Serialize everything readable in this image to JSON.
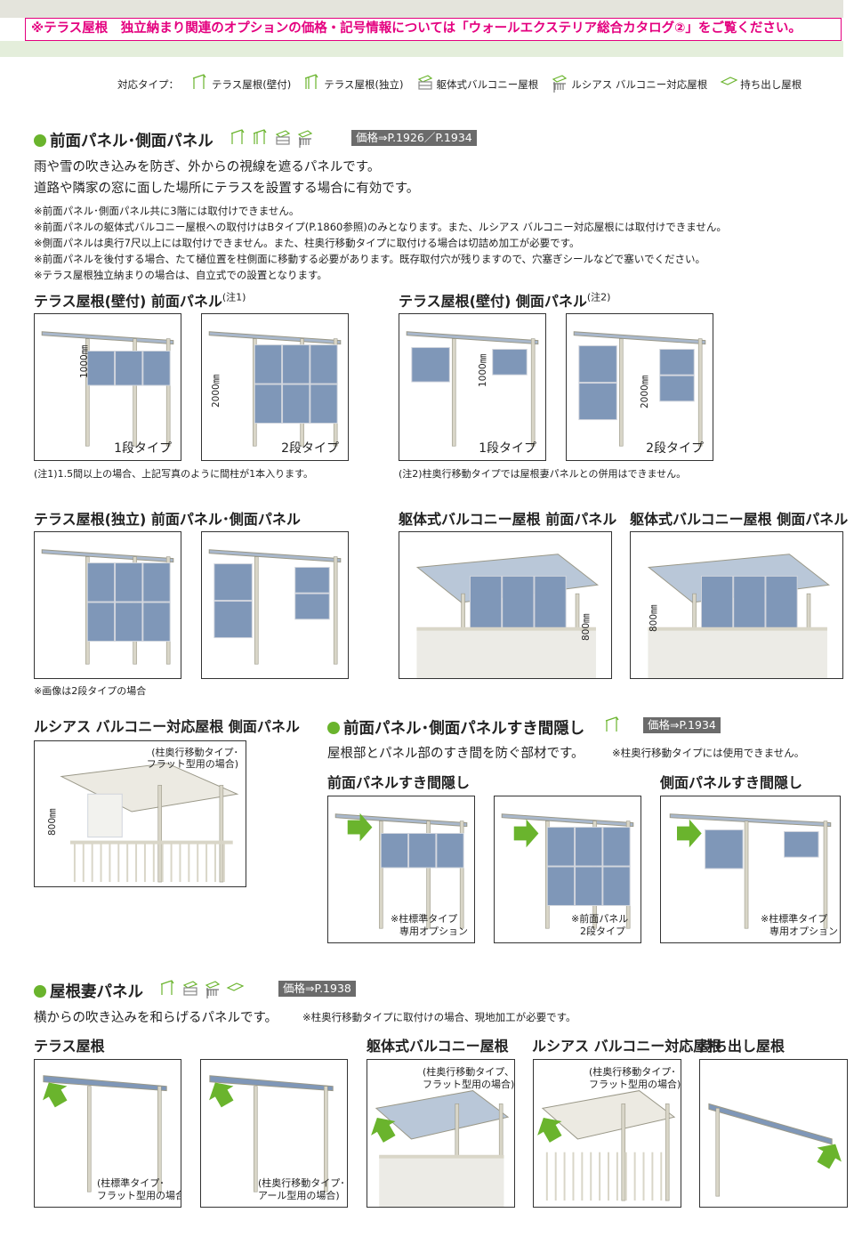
{
  "banner": "※テラス屋根　独立納まり関連のオプションの価格・記号情報については「ウォールエクステリア総合カタログ②」をご覧ください。",
  "types": {
    "label": "対応タイプ：",
    "items": [
      {
        "icon": "terrace-wall-icon",
        "label": "テラス屋根(壁付)"
      },
      {
        "icon": "terrace-free-icon",
        "label": "テラス屋根(独立)"
      },
      {
        "icon": "balcony-body-icon",
        "label": "躯体式バルコニー屋根"
      },
      {
        "icon": "lucias-balcony-icon",
        "label": "ルシアス バルコニー対応屋根"
      },
      {
        "icon": "cantilever-icon",
        "label": "持ち出し屋根"
      }
    ]
  },
  "colors": {
    "accent_pink": "#e4007f",
    "bullet_green": "#6ab42d",
    "badge_gray": "#6b6b6b",
    "panel_blue": "#7f97b8"
  },
  "s1": {
    "title": "前面パネル･側面パネル",
    "price": "価格⇒P.1926／P.1934",
    "desc": [
      "雨や雪の吹き込みを防ぎ、外からの視線を遮るパネルです。",
      "道路や隣家の窓に面した場所にテラスを設置する場合に有効です。"
    ],
    "notes": [
      "※前面パネル･側面パネル共に3階には取付けできません。",
      "※前面パネルの躯体式バルコニー屋根への取付けはBタイプ(P.1860参照)のみとなります。また、ルシアス バルコニー対応屋根には取付けできません。",
      "※側面パネルは奥行7尺以上には取付けできません。また、柱奥行移動タイプに取付ける場合は切詰め加工が必要です。",
      "※前面パネルを後付する場合、たて樋位置を柱側面に移動する必要があります。既存取付穴が残りますので、穴塞ぎシールなどで塞いでください。",
      "※テラス屋根独立納まりの場合は、自立式での設置となります。"
    ],
    "sub1": {
      "title": "テラス屋根(壁付) 前面パネル",
      "sup": "(注1)",
      "photos": [
        {
          "label": "1段タイプ",
          "dim": "1000㎜"
        },
        {
          "label": "2段タイプ",
          "dim": "2000㎜"
        }
      ],
      "note": "(注1)1.5間以上の場合、上記写真のように間柱が1本入ります。"
    },
    "sub2": {
      "title": "テラス屋根(壁付) 側面パネル",
      "sup": "(注2)",
      "photos": [
        {
          "label": "1段タイプ",
          "dim": "1000㎜"
        },
        {
          "label": "2段タイプ",
          "dim": "2000㎜"
        }
      ],
      "note": "(注2)柱奥行移動タイプでは屋根妻パネルとの併用はできません。"
    },
    "sub3": {
      "title": "テラス屋根(独立) 前面パネル･側面パネル",
      "note": "※画像は2段タイプの場合"
    },
    "sub4": {
      "title": "躯体式バルコニー屋根 前面パネル",
      "dim": "800㎜"
    },
    "sub5": {
      "title": "躯体式バルコニー屋根 側面パネル",
      "dim": "800㎜"
    },
    "sub6": {
      "title": "ルシアス バルコニー対応屋根 側面パネル",
      "dim": "800㎜",
      "note": [
        "(柱奥行移動タイプ･",
        "フラット型用の場合)"
      ]
    }
  },
  "s2": {
    "title": "前面パネル･側面パネルすき間隠し",
    "price": "価格⇒P.1934",
    "desc": "屋根部とパネル部のすき間を防ぐ部材です。",
    "note": "※柱奥行移動タイプには使用できません。",
    "sub_front": "前面パネルすき間隠し",
    "sub_side": "側面パネルすき間隠し",
    "photos": [
      [
        "※柱標準タイプ",
        "専用オプション"
      ],
      [
        "※前面パネル",
        "2段タイプ"
      ],
      [
        "※柱標準タイプ",
        "専用オプション"
      ]
    ]
  },
  "s3": {
    "title": "屋根妻パネル",
    "price": "価格⇒P.1938",
    "desc": "横からの吹き込みを和らげるパネルです。",
    "note": "※柱奥行移動タイプに取付けの場合、現地加工が必要です。",
    "subs": [
      "テラス屋根",
      "躯体式バルコニー屋根",
      "ルシアス バルコニー対応屋根",
      "持ち出し屋根"
    ],
    "photos": [
      [
        "(柱標準タイプ･",
        "フラット型用の場合)"
      ],
      [
        "(柱奥行移動タイプ･",
        "アール型用の場合)"
      ],
      [
        "(柱奥行移動タイプ、",
        "フラット型用の場合)"
      ],
      [
        "(柱奥行移動タイプ･",
        "フラット型用の場合)"
      ],
      []
    ]
  }
}
